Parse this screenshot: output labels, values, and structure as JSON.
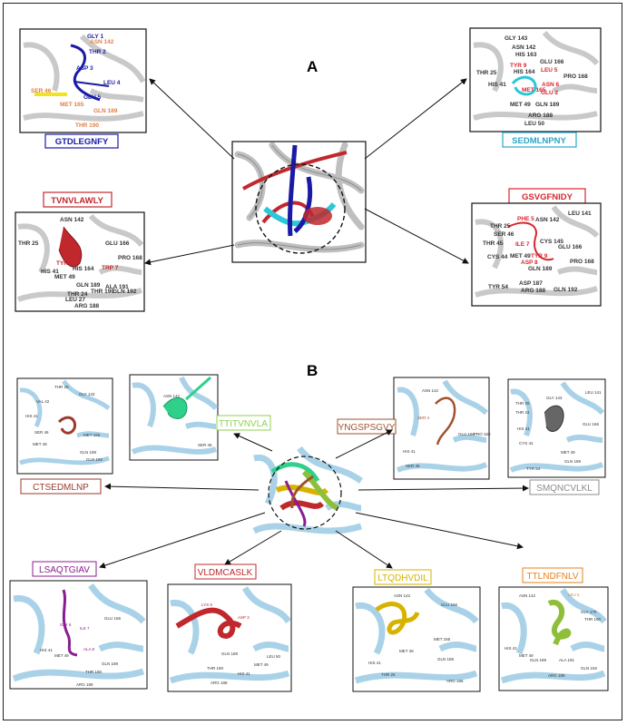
{
  "panels": {
    "A": {
      "letter": "A",
      "peptides": {
        "top_left": {
          "seq": "GTDLEGNFY",
          "color": "#1a1aa6",
          "residues": [
            "GLY 1",
            "THR 2",
            "ASP 3",
            "LEU 4",
            "GLU 5",
            "ASN 142",
            "SER 46",
            "MET 165",
            "THR 190",
            "GLN 189"
          ]
        },
        "bottom_left": {
          "seq": "TVNVLAWLY",
          "color": "#c0282d",
          "residues": [
            "ASN 142",
            "THR 25",
            "HIS 41",
            "MET 49",
            "HIS 164",
            "GLU 166",
            "PRO 168",
            "GLN 189",
            "THR 190",
            "ALA 191",
            "GLN 192",
            "ARG 188",
            "THR 24",
            "LEU 27",
            "TYR 9",
            "TRP 7"
          ]
        },
        "top_right": {
          "seq": "SEDMLNPNY",
          "color": "#2aa7c9",
          "residues": [
            "GLY 143",
            "ASN 142",
            "HIS 163",
            "GLU 166",
            "THR 25",
            "PRO 168",
            "HIS 41",
            "MET 49",
            "GLN 189",
            "ARG 188",
            "LEU 50",
            "TYR 9",
            "LEU 5",
            "ASN 6",
            "GLU 2",
            "HIS 164",
            "MET 165"
          ]
        },
        "bottom_right": {
          "seq": "GSVGFNIDY",
          "color": "#d8262c",
          "residues": [
            "LEU 141",
            "ASN 142",
            "PHE 5",
            "CYS 145",
            "SER 46",
            "THR 25",
            "THR 45",
            "GLU 166",
            "MET 49",
            "PRO 168",
            "CYS 44",
            "GLN 189",
            "TYR 54",
            "ASP 187",
            "ARG 188",
            "GLN 192",
            "ILE 7",
            "ASP 8",
            "TYR 9"
          ]
        }
      }
    },
    "B": {
      "letter": "B",
      "peptides": {
        "r1_1": {
          "seq": "CTSEDMLNP",
          "color": "#9b3a2c",
          "residues": [
            "THR 25",
            "VAL 42",
            "GLY 143",
            "HIS 41",
            "SER 46",
            "MET 49",
            "GLN 189",
            "GLN 192",
            "MET 165"
          ]
        },
        "r1_2": {
          "seq": "TTITVNVLA",
          "color": "#8fd14f",
          "residues": [
            "ASN 142",
            "SER 46"
          ]
        },
        "r1_3": {
          "seq": "YNGSPSGVY",
          "color": "#a0522d",
          "residues": [
            "ASN 142",
            "SER 4",
            "HIS 41",
            "SER 46",
            "GLU 166",
            "PRO 168"
          ]
        },
        "r1_4": {
          "seq": "SMQNCVLKL",
          "color": "#8c8c8c",
          "residues": [
            "THR 25",
            "LEU 141",
            "GLY 143",
            "GLU 166",
            "HIS 41",
            "MET 49",
            "CYS 44",
            "GLN 189",
            "TYR 54",
            "THR 24"
          ]
        },
        "r2_1": {
          "seq": "LSAQTGIAV",
          "color": "#8a1c8f",
          "residues": [
            "GLU 166",
            "HIS 41",
            "MET 49",
            "THR 190",
            "ARG 188",
            "GLN 189",
            "GLY 6",
            "ILE 7",
            "ALA 8"
          ]
        },
        "r2_2": {
          "seq": "VLDMCASLK",
          "color": "#c0282d",
          "residues": [
            "LYS 9",
            "ASP 3",
            "GLN 189",
            "LEU 50",
            "MET 49",
            "THR 190",
            "HIS 41",
            "ARG 188"
          ]
        },
        "r2_3": {
          "seq": "LTQDHVDIL",
          "color": "#d6b300",
          "residues": [
            "ASN 142",
            "GLU 166",
            "HIS 41",
            "MET 49",
            "MET 165",
            "GLN 189",
            "ARG 188",
            "THR 25"
          ]
        },
        "r2_4": {
          "seq": "TTLNDFNLV",
          "color": "#e8801a",
          "residues": [
            "ASN 142",
            "GLY 170",
            "THR 190",
            "HIS 41",
            "MET 49",
            "GLN 189",
            "ALA 191",
            "GLN 192",
            "ARG 188",
            "LEU 5"
          ]
        }
      }
    }
  },
  "colors": {
    "ribbon_grey": "#cfcfcf",
    "ribbon_blue": "#a9d2e8",
    "arrow": "#111111",
    "dash_circle": "#111111"
  }
}
